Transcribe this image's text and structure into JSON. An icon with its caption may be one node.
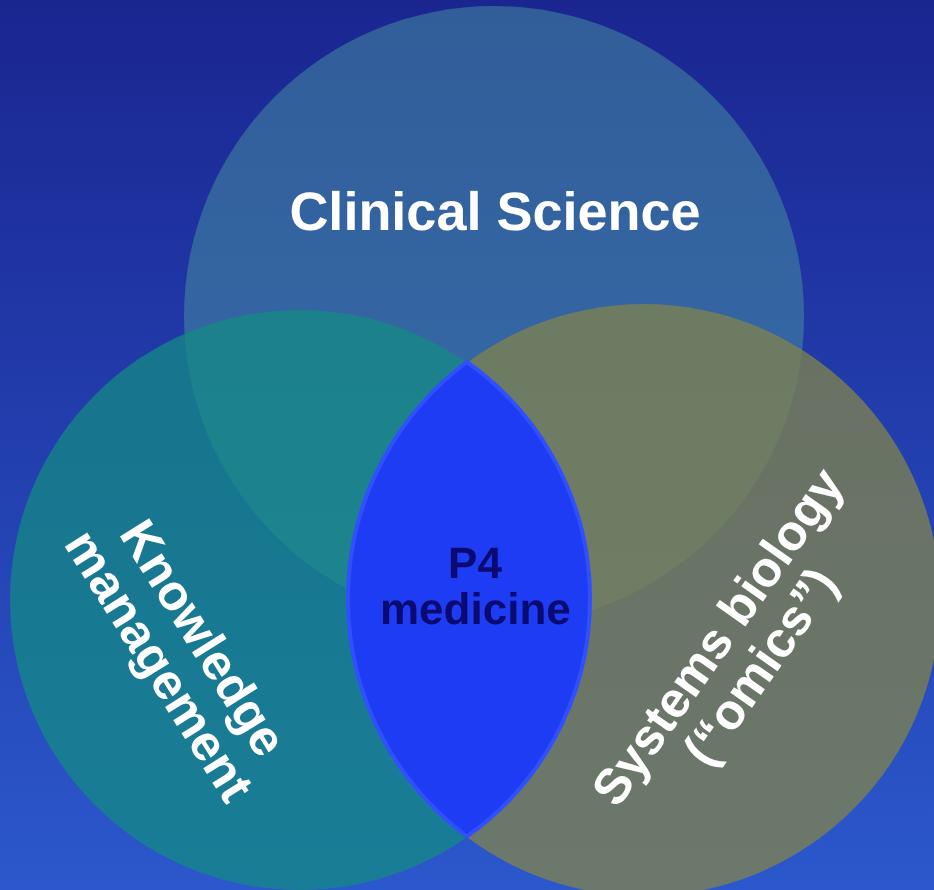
{
  "diagram": {
    "nodes": [
      {
        "text": [
          "Clinical Science"
        ]
      },
      {
        "text": [
          "Knowledge management"
        ]
      },
      {
        "text": [
          "Systems biology (“omics”)"
        ]
      },
      {
        "text": [
          "P4 medicine"
        ]
      }
    ]
  }
}
